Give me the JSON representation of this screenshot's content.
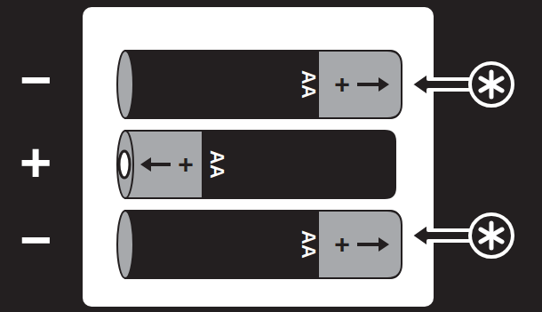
{
  "diagram": {
    "labels": [
      "−",
      "+",
      "−",
      "AA",
      "+",
      "AA",
      "+",
      "AA",
      "+"
    ]
  }
}
